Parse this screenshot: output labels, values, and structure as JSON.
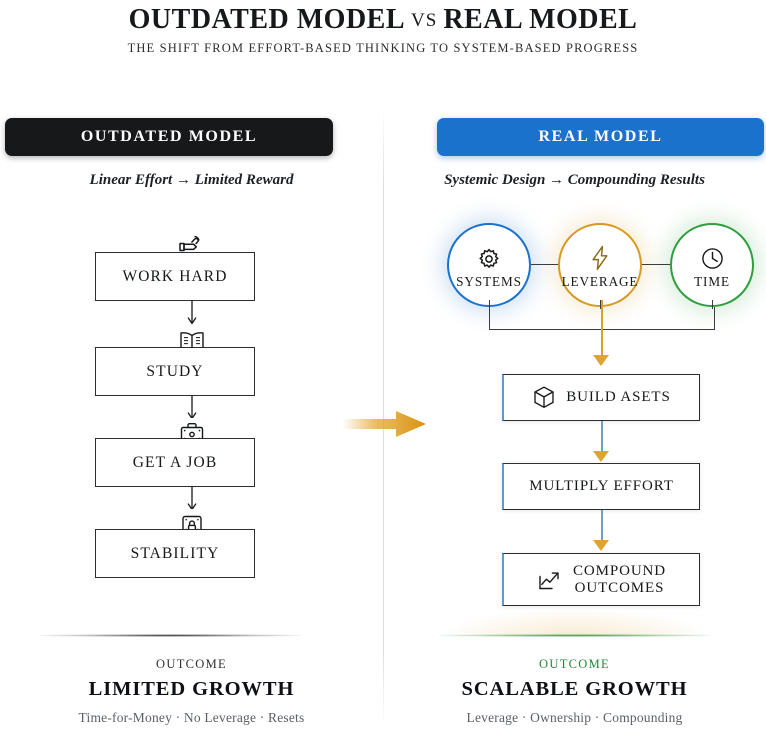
{
  "header": {
    "title_left": "OUTDATED MODEL",
    "title_vs": "VS",
    "title_right": "REAL MODEL",
    "subtitle": "THE SHIFT FROM EFFORT-BASED THINKING TO SYSTEM-BASED PROGRESS"
  },
  "colors": {
    "outdated_bar": "#16181a",
    "real_bar": "#1b72cc",
    "systems": "#1b72cc",
    "leverage": "#d69a24",
    "time": "#2e9e3e",
    "arrow_gold": "#e0a42e",
    "outcome_green": "#1f8a34"
  },
  "left": {
    "bar_label": "OUTDATED MODEL",
    "tagline": "Linear Effort → Limited Reward",
    "steps": [
      {
        "label": "WORK HARD",
        "icon": "hammer-icon"
      },
      {
        "label": "STUDY",
        "icon": "book-icon"
      },
      {
        "label": "GET A JOB",
        "icon": "briefcase-icon"
      },
      {
        "label": "STABILITY",
        "icon": "lock-badge-icon"
      }
    ],
    "outcome_label": "OUTCOME",
    "outcome_title": "LIMITED GROWTH",
    "outcome_note": "Time-for-Money · No Leverage · Resets"
  },
  "center": {
    "transition_arrow": "arrow-right-icon"
  },
  "right": {
    "bar_label": "REAL MODEL",
    "tagline": "Systemic Design → Compounding Results",
    "pillars": [
      {
        "label": "SYSTEMS",
        "icon": "gear-icon",
        "color": "#1b72cc"
      },
      {
        "label": "LEVERAGE",
        "icon": "lightning-bolt-icon",
        "color": "#d69a24"
      },
      {
        "label": "TIME",
        "icon": "clock-icon",
        "color": "#2e9e3e"
      }
    ],
    "steps": [
      {
        "label": "BUILD ASETS",
        "icon": "cube-icon",
        "lines": [
          "BUILD ASETS"
        ]
      },
      {
        "label": "MULTIPLY EFFORT",
        "icon": "",
        "lines": [
          "MULTIPLY EFFORT"
        ]
      },
      {
        "label": "COMPOUND OUTCOMES",
        "icon": "trending-up-icon",
        "lines": [
          "COMPOUND",
          "OUTCOMES"
        ]
      }
    ],
    "outcome_label": "OUTCOME",
    "outcome_title": "SCALABLE GROWTH",
    "outcome_note": "Leverage · Ownership · Compounding"
  }
}
